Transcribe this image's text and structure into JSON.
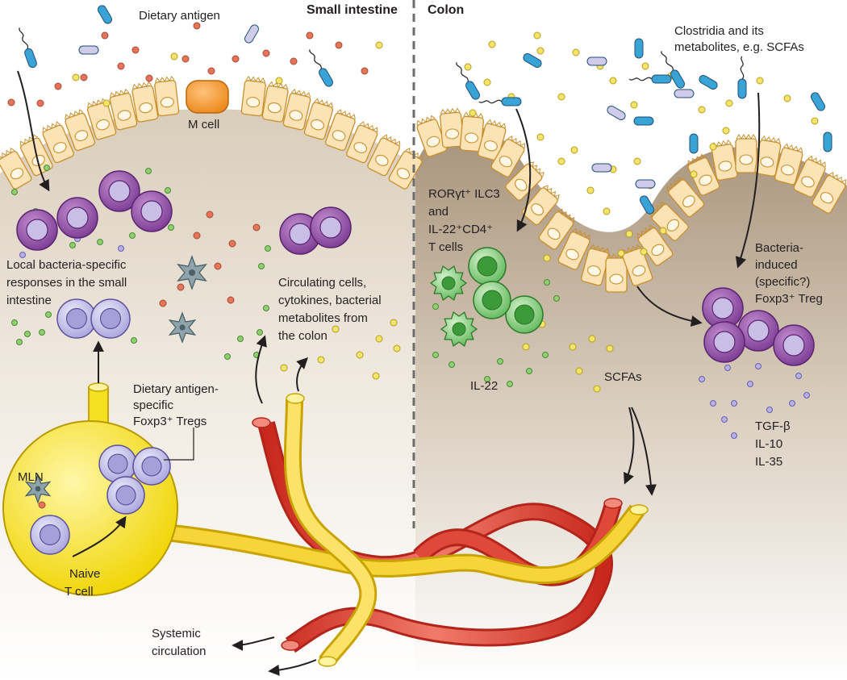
{
  "headers": {
    "small_intestine": "Small intestine",
    "colon": "Colon"
  },
  "labels": {
    "dietary_antigen": "Dietary antigen",
    "m_cell": "M cell",
    "local_responses": [
      "Local bacteria-specific",
      "responses in the small",
      "intestine"
    ],
    "circulating": [
      "Circulating cells,",
      "cytokines, bacterial",
      "metabolites from",
      "the colon"
    ],
    "dietary_treg": [
      "Dietary antigen-",
      "specific",
      "Foxp3⁺ Tregs"
    ],
    "mln": "MLN",
    "naive_t": [
      "Naive",
      "T cell"
    ],
    "systemic": [
      "Systemic",
      "circulation"
    ],
    "clostridia": [
      "Clostridia and its",
      "metabolites, e.g. SCFAs"
    ],
    "ilc3": [
      "RORγt⁺ ILC3",
      "and",
      "IL-22⁺CD4⁺",
      "T cells"
    ],
    "il22": "IL-22",
    "scfas": "SCFAs",
    "bacteria_treg": [
      "Bacteria-",
      "induced",
      "(specific?)",
      "Foxp3⁺ Treg"
    ],
    "cytokines": [
      "TGF-β",
      "IL-10",
      "IL-35"
    ]
  },
  "colors": {
    "epithelium": "#fbe3b5",
    "epithelium_stroke": "#c98f2d",
    "m_cell": "#f39a2a",
    "treg_purple": "#8b4fa0",
    "treg_nucleus": "#c9bfe6",
    "naive_lilac": "#c9c6ea",
    "green_cell": "#5fb85a",
    "mln_yellow": "#f5e021",
    "vessel_red": "#d93a2b",
    "vessel_yellow": "#f7d53a",
    "bacteria_blue": "#3aa3d6",
    "dc_grey": "#8fa3ab"
  }
}
